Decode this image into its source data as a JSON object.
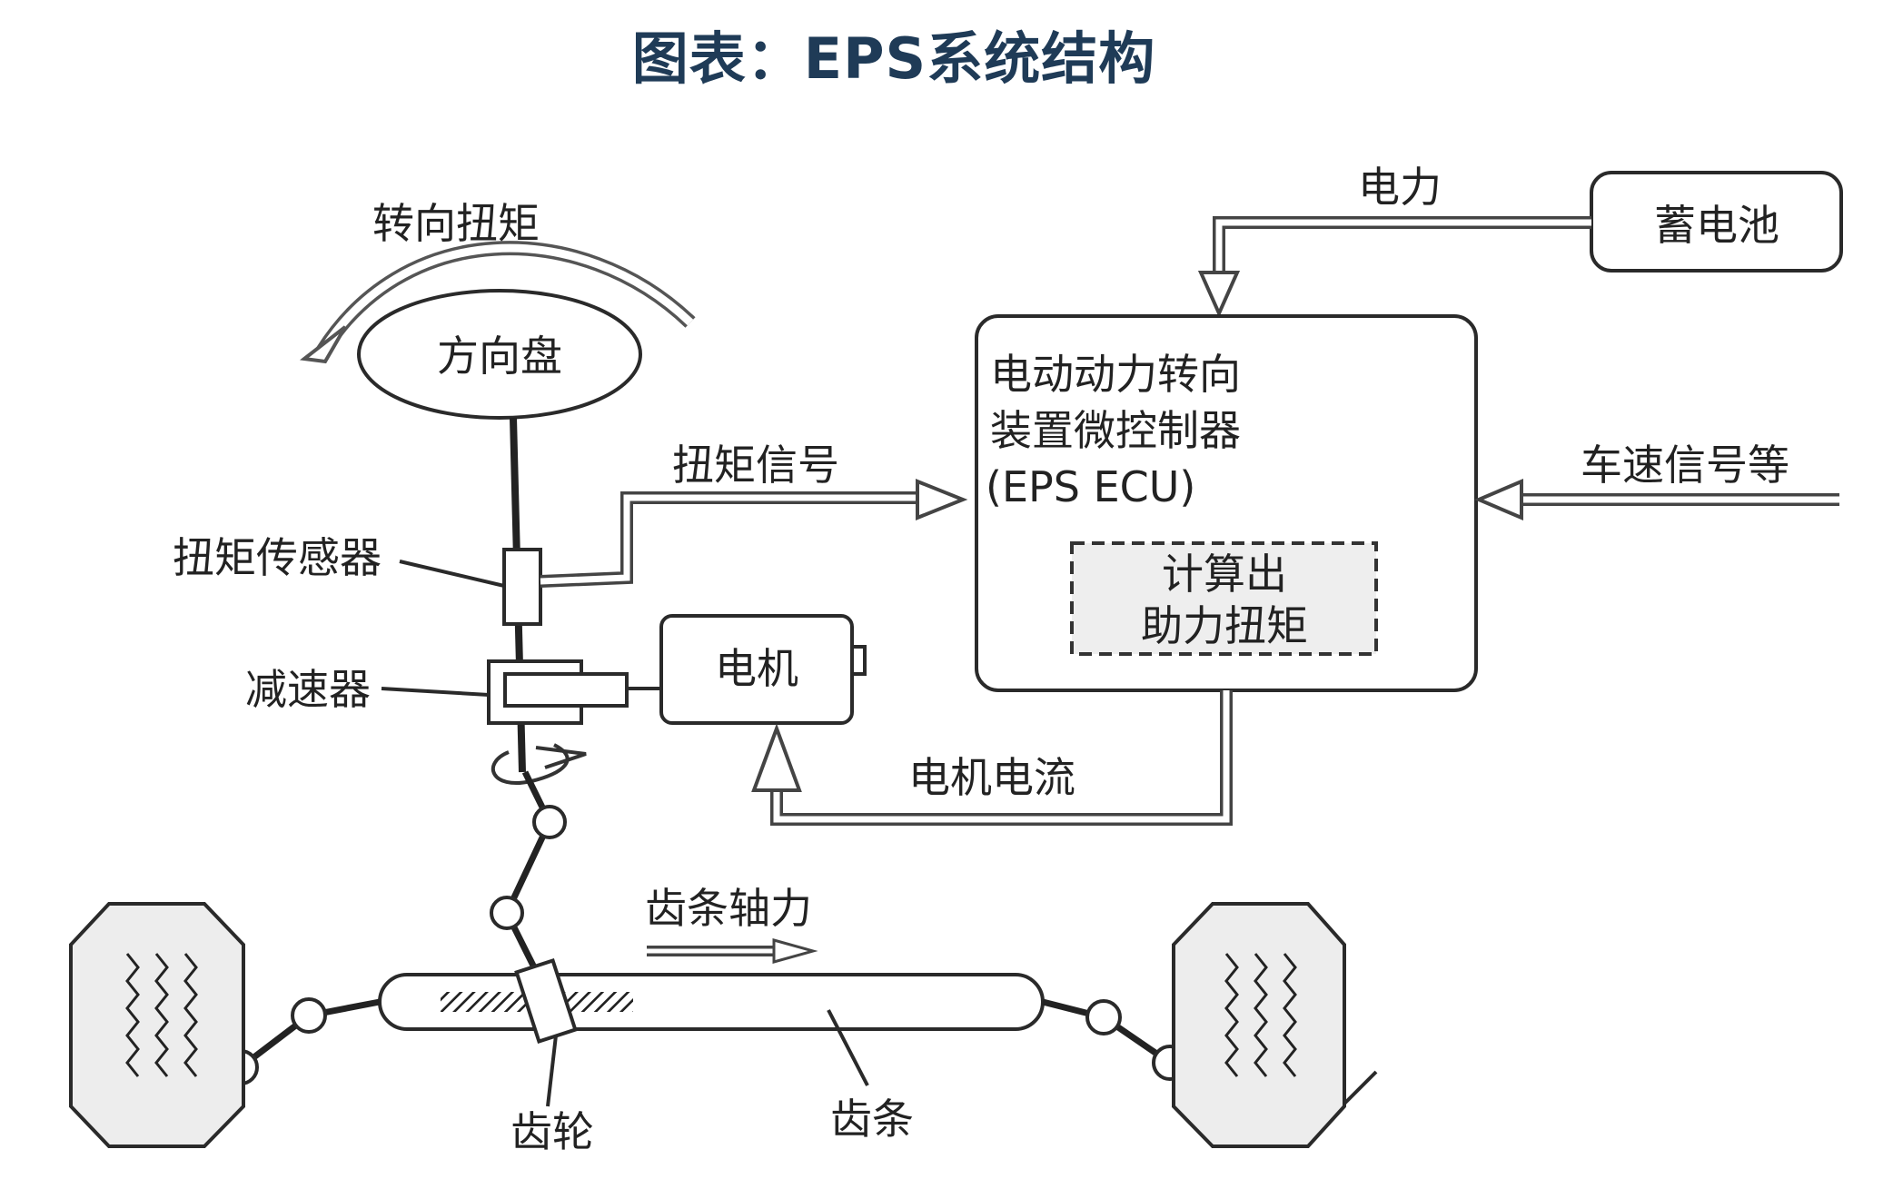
{
  "title": "图表：EPS系统结构",
  "labels": {
    "steering_torque": "转向扭矩",
    "steering_wheel": "方向盘",
    "torque_signal": "扭矩信号",
    "torque_sensor": "扭矩传感器",
    "reducer": "减速器",
    "motor": "电机",
    "power": "电力",
    "battery": "蓄电池",
    "ecu_line1": "电动动力转向",
    "ecu_line2": "装置微控制器",
    "ecu_line3": "(EPS ECU)",
    "speed_signal": "车速信号等",
    "calc_line1": "计算出",
    "calc_line2": "助力扭矩",
    "motor_current": "电机电流",
    "rack_force": "齿条轴力",
    "pinion": "齿轮",
    "rack": "齿条"
  }
}
